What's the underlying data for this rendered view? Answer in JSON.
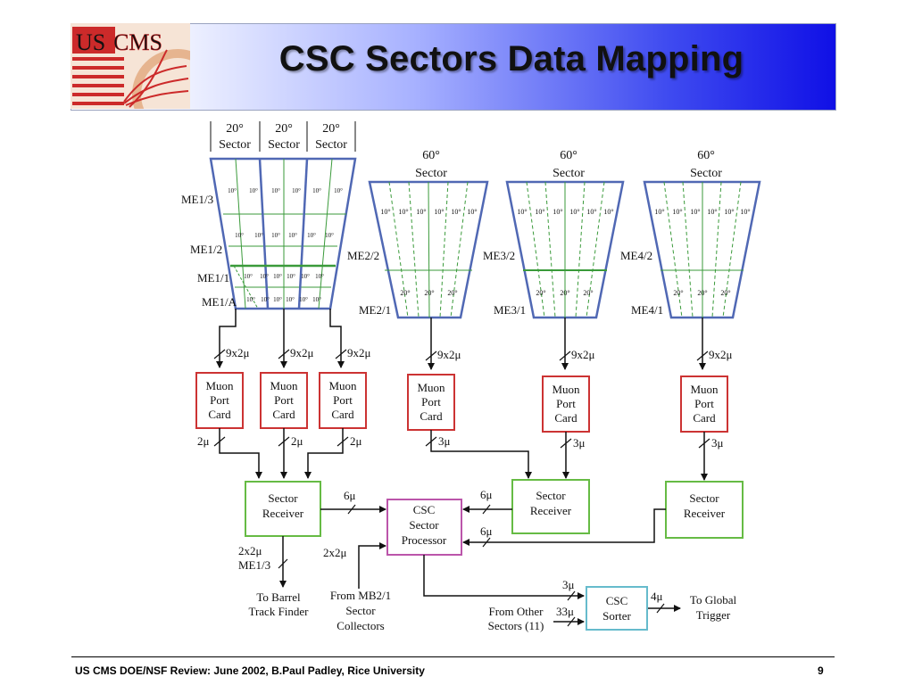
{
  "title": "CSC Sectors Data Mapping",
  "logo": {
    "text_us": "US",
    "text_cms": "CMS"
  },
  "footer": {
    "text": "US CMS DOE/NSF Review:  June 2002, B.Paul Padley, Rice University",
    "page": "9"
  },
  "colors": {
    "trapezoid": "#5068b4",
    "grid": "#3a9a3a",
    "muon_port_card": "#cc3333",
    "sector_receiver": "#66bb44",
    "sector_processor": "#bb55aa",
    "sorter": "#66bbcc"
  },
  "diagram": {
    "top_sectors": [
      "20°",
      "20°",
      "20°"
    ],
    "sector_word": "Sector",
    "big_sector": "60°",
    "me1_labels": [
      "ME1/3",
      "ME1/2",
      "ME1/1",
      "ME1/A"
    ],
    "me234_top": [
      "ME2/2",
      "ME3/2",
      "ME4/2"
    ],
    "me234_bottom": [
      "ME2/1",
      "ME3/1",
      "ME4/1"
    ],
    "cell10": "10°",
    "cell20": "20°",
    "link9x2": "9x2μ",
    "link2": "2μ",
    "link3": "3μ",
    "link6": "6μ",
    "link2x2": "2x2μ",
    "link33": "33μ",
    "link4": "4μ",
    "mpc_lines": [
      "Muon",
      "Port",
      "Card"
    ],
    "sr_lines": [
      "Sector",
      "Receiver"
    ],
    "csp_lines": [
      "CSC",
      "Sector",
      "Processor"
    ],
    "sorter_lines": [
      "CSC",
      "Sorter"
    ],
    "me13_label": "ME1/3",
    "barrel_lines": [
      "To Barrel",
      "Track Finder"
    ],
    "mb21_lines": [
      "From MB2/1",
      "Sector",
      "Collectors"
    ],
    "other_lines": [
      "From Other",
      "Sectors (11)"
    ],
    "global_lines": [
      "To Global",
      "Trigger"
    ]
  }
}
